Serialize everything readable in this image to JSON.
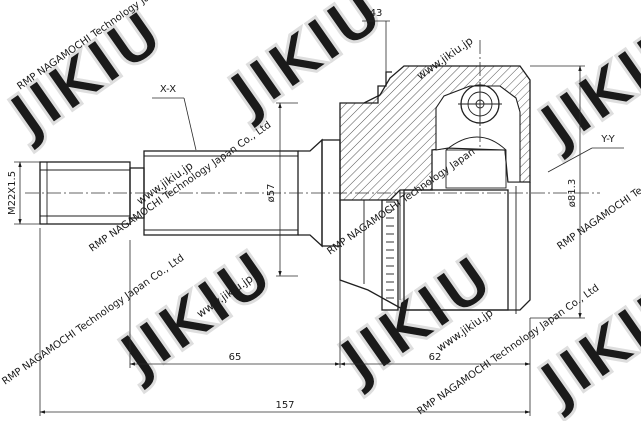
{
  "diagram": {
    "section_labels": {
      "shaft_axis": "X-X",
      "joint_axis": "Y-Y"
    },
    "dimensions": {
      "thread": "M22X1.5",
      "shaft_diameter": "ø57",
      "outer_diameter": "ø81.3",
      "splines": "43",
      "shaft_length": "65",
      "joint_length": "62",
      "total_length": "157"
    }
  },
  "watermark": {
    "brand": "JIKIU",
    "company": "RMP NAGAMOCHI Technology Japan Co., Ltd",
    "website": "www.jikiu.jp"
  }
}
